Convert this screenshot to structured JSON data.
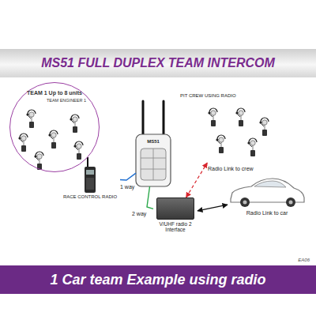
{
  "diagram": {
    "title": "MS51 FULL DUPLEX TEAM INTERCOM",
    "caption": "1 Car team Example using radio",
    "nodes": [
      {
        "text": [
          "TEAM 1 Up to 8 units",
          "TEAM ENGINEER 1"
        ]
      },
      {
        "text": [
          "MS51"
        ]
      },
      {
        "text": [
          "RACE CONTROL RADIO"
        ]
      },
      {
        "text": [
          "V/UHF radio 2 Interface"
        ]
      },
      {
        "text": [
          "PIT CREW USING RADIO"
        ]
      },
      {
        "text": [
          "Radio Link to car"
        ]
      }
    ],
    "edges": [
      {
        "from": 2,
        "to": 1,
        "arrow": "none",
        "label": "1 way"
      },
      {
        "from": 1,
        "to": 3,
        "arrow": "none",
        "label": "2 way"
      },
      {
        "from": 3,
        "to": 4,
        "arrow": "both",
        "label": "Radio Link to crew"
      },
      {
        "from": 3,
        "to": 5,
        "arrow": "both"
      }
    ],
    "labels": [
      "EA06"
    ]
  }
}
